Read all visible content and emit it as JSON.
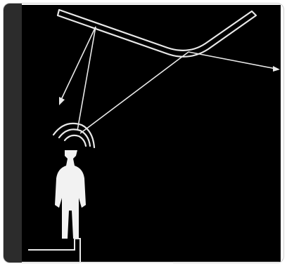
{
  "diagram": {
    "background_color": "#000000",
    "stroke_color": "#e8e8e8",
    "figure_color": "#f2f2f2",
    "frame_border_color": "#cfcfcf",
    "left_band_color": "#2c2c2c",
    "depicts": [
      "standing-person-figure",
      "reflector-panel",
      "sound-rays",
      "sound-wave-arcs",
      "stage-floor"
    ]
  }
}
